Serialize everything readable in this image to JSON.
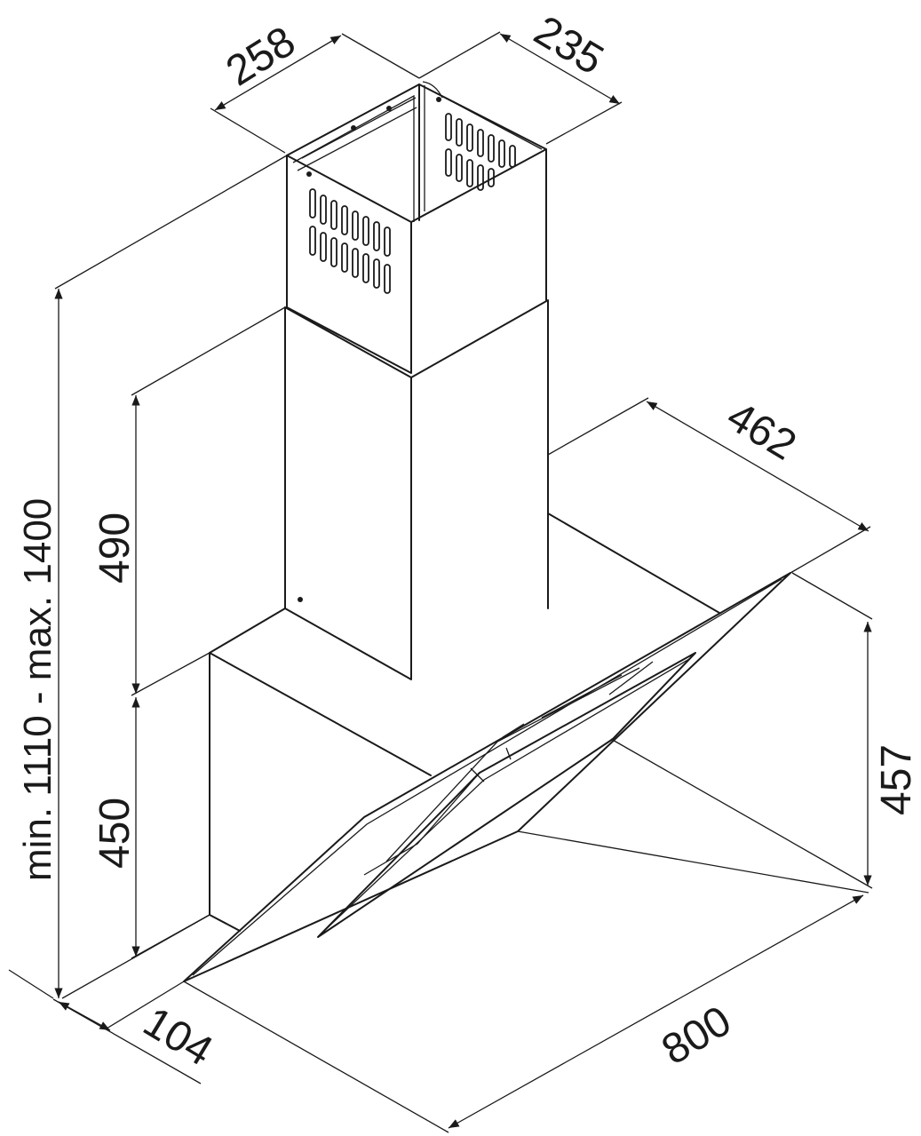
{
  "dimensions": {
    "chimney_width": "258",
    "chimney_depth": "235",
    "hood_depth": "462",
    "upper_chimney_height": "490",
    "lower_chimney_height": "450",
    "total_height_range": "min. 1110 - max. 1400",
    "glass_height": "457",
    "hood_width": "800",
    "wall_offset": "104"
  },
  "colors": {
    "line": "#1a1a1a",
    "background": "#ffffff"
  }
}
